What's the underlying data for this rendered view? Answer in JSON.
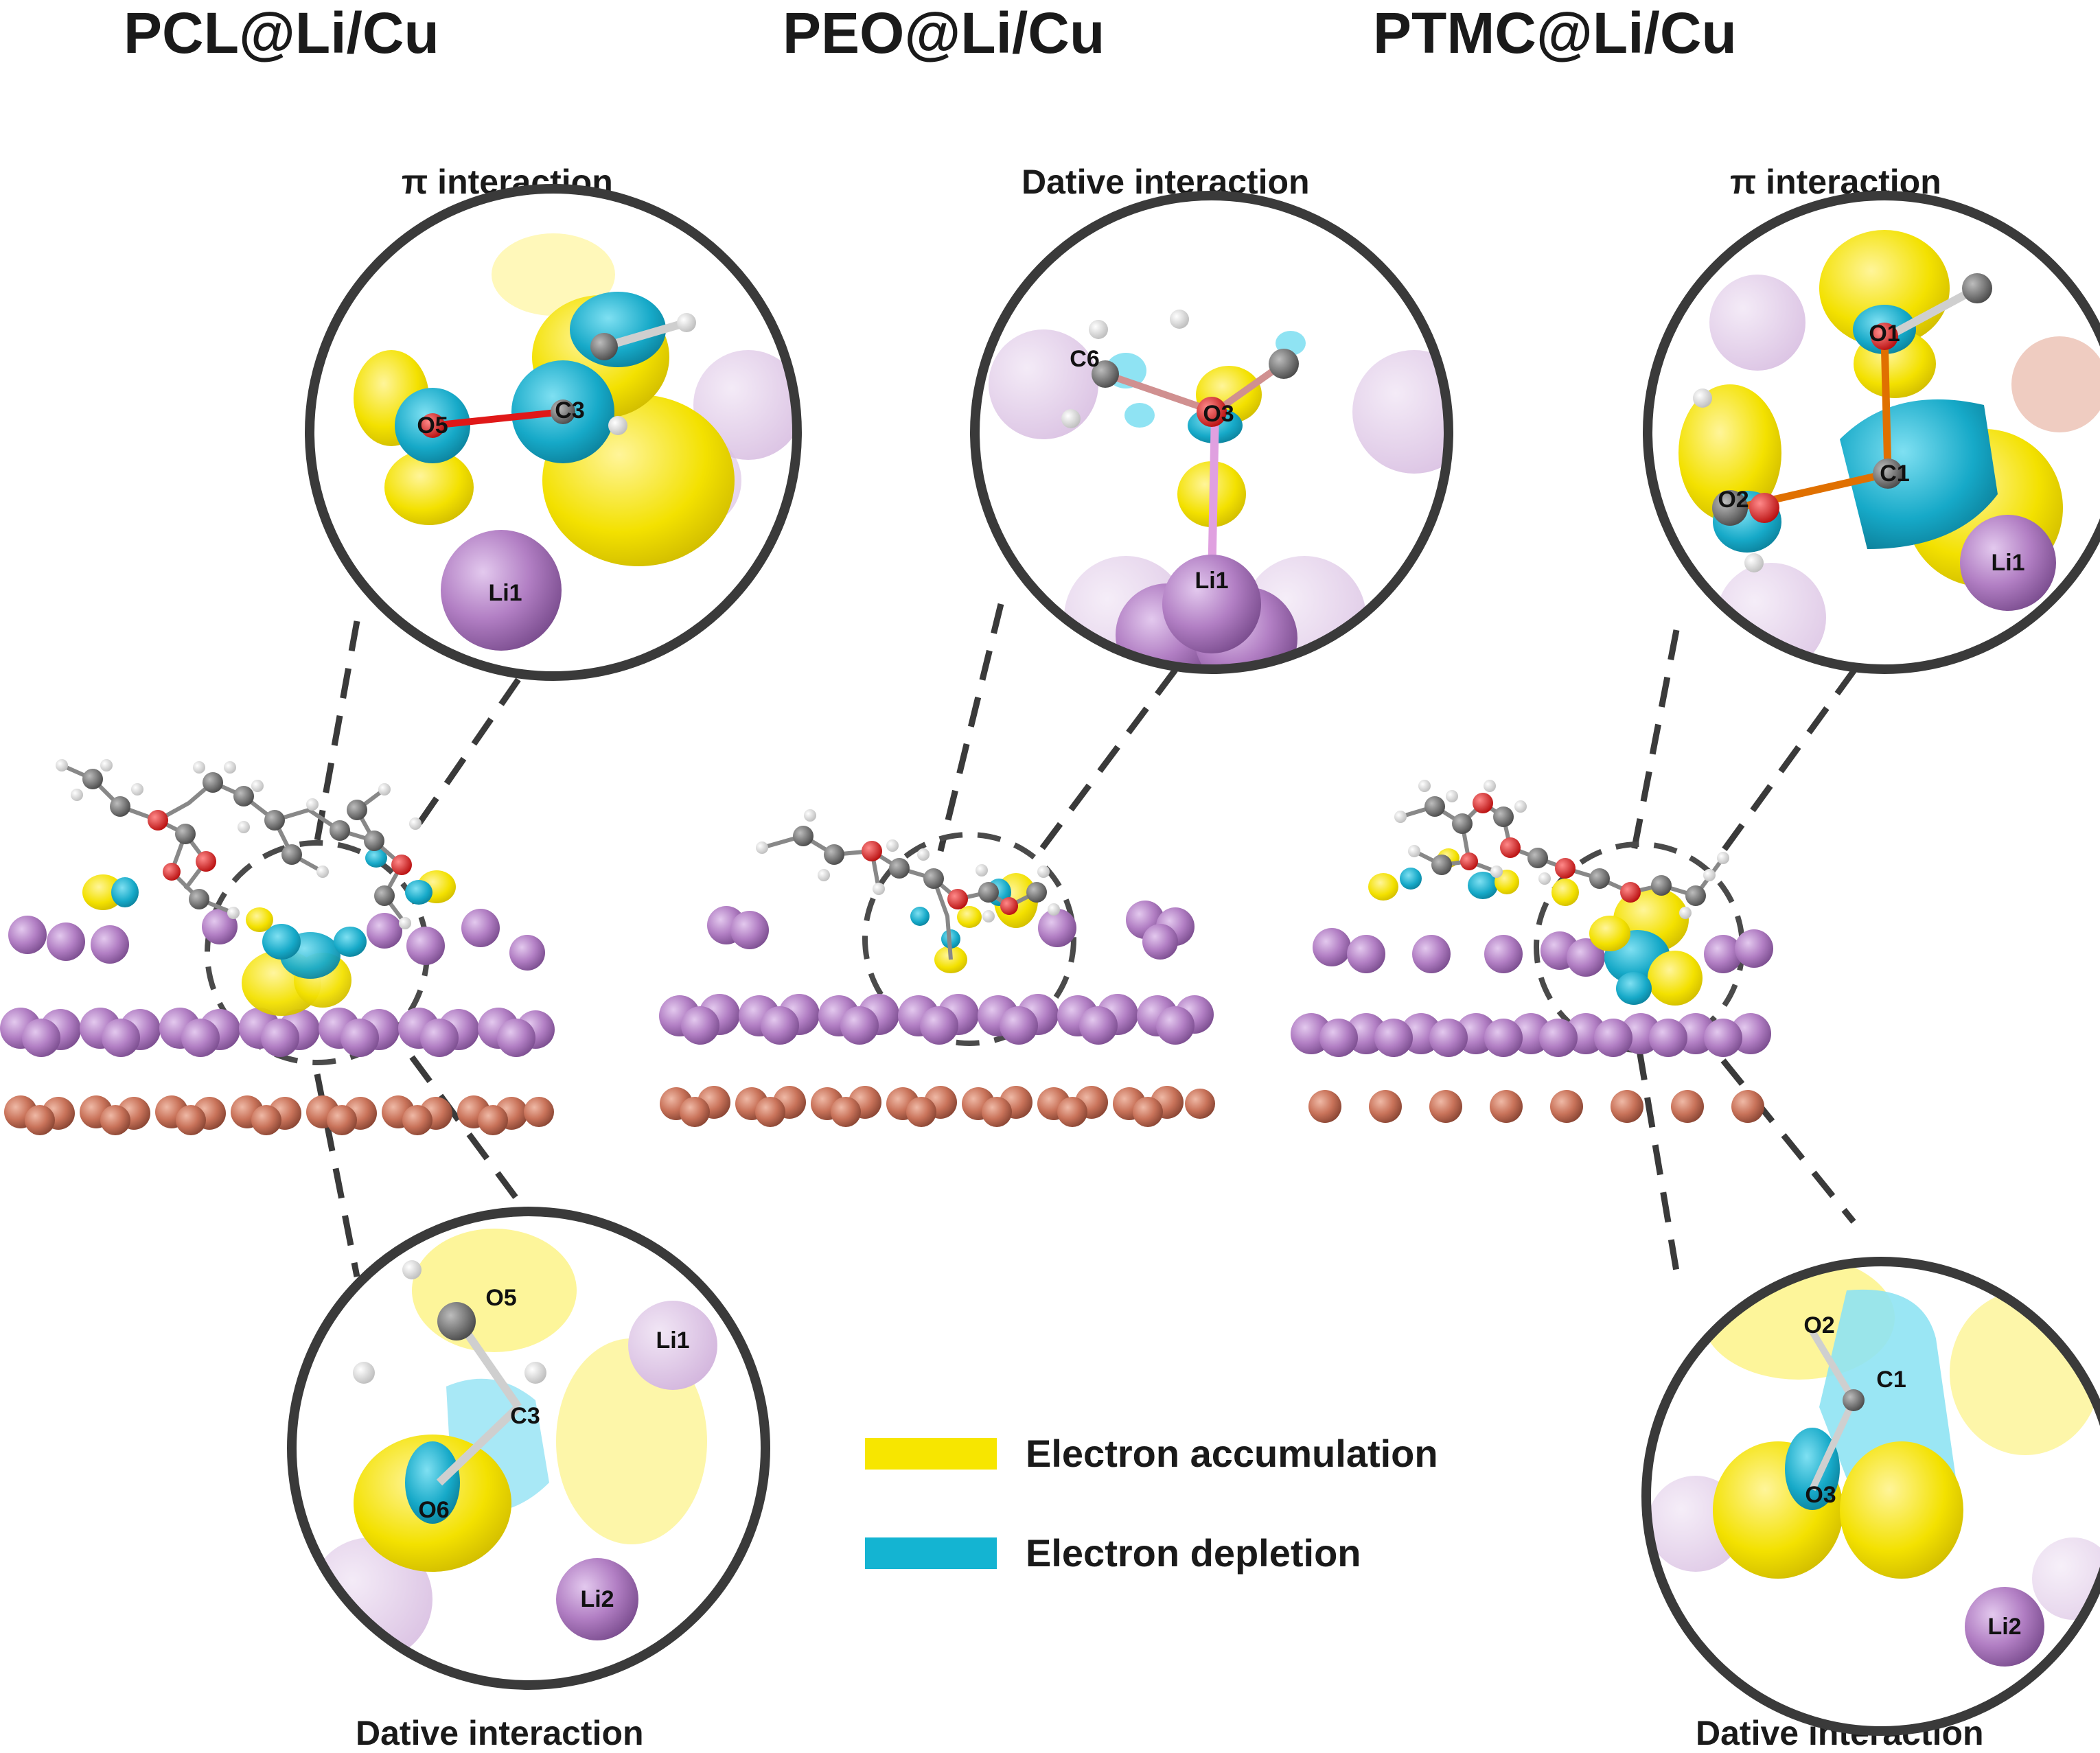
{
  "panels": [
    {
      "title": "PCL@Li/Cu",
      "top_zoom": {
        "caption": "π interaction",
        "atoms": [
          "O5",
          "C3",
          "Li1"
        ]
      },
      "bottom_zoom": {
        "caption": "Dative interaction",
        "atoms": [
          "O5",
          "Li1",
          "C3",
          "O6",
          "Li2"
        ]
      }
    },
    {
      "title": "PEO@Li/Cu",
      "top_zoom": {
        "caption": "Dative interaction",
        "atoms": [
          "C6",
          "O3",
          "Li1"
        ]
      }
    },
    {
      "title": "PTMC@Li/Cu",
      "top_zoom": {
        "caption": "π interaction",
        "atoms": [
          "O1",
          "O2",
          "C1",
          "Li1"
        ]
      },
      "bottom_zoom": {
        "caption": "Dative interaction",
        "atoms": [
          "O2",
          "C1",
          "O3",
          "Li2"
        ]
      }
    }
  ],
  "legend": [
    {
      "label": "Electron accumulation",
      "color": "#f7e600"
    },
    {
      "label": "Electron depletion",
      "color": "#14b4d2"
    }
  ],
  "colors": {
    "li_atom": "#b27fc4",
    "cu_atom": "#c9735a",
    "carbon": "#6e6e6e",
    "oxygen": "#e01818",
    "hydrogen": "#f2f2f2",
    "zoom_border": "#3a3a3a"
  }
}
